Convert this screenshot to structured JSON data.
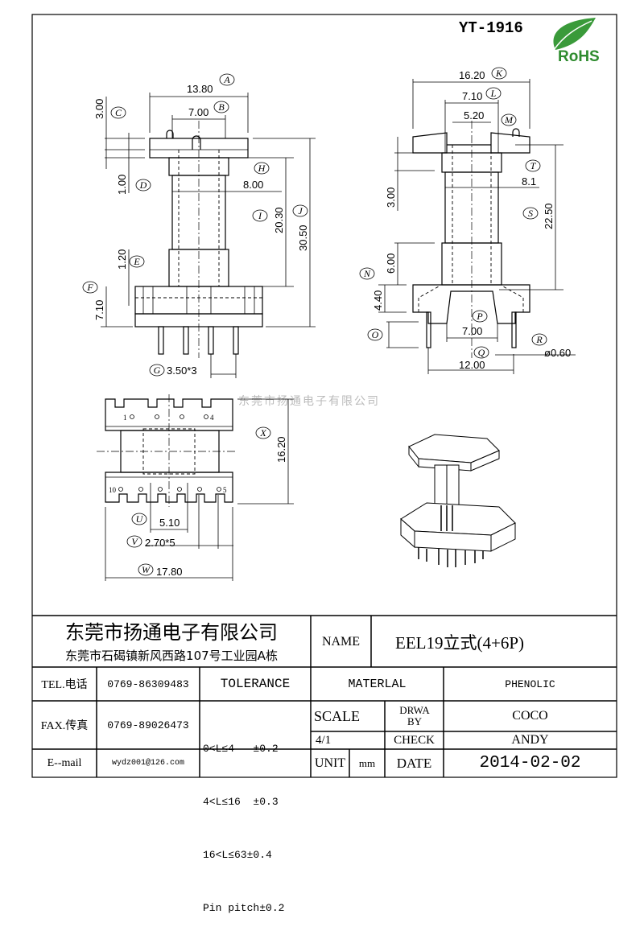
{
  "header": {
    "part_no": "YT-1916",
    "rohs_logo": "RoHS"
  },
  "watermark": "东莞市扬通电子有限公司",
  "front_view": {
    "A": "13.80",
    "B": "7.00",
    "C": "3.00",
    "D": "1.00",
    "E": "1.20",
    "F": "7.10",
    "G": "3.50*3",
    "H": "8.00",
    "I": "20.30",
    "J": "30.50"
  },
  "side_view": {
    "K": "16.20",
    "L": "7.10",
    "L2": "5.20",
    "M": "",
    "T": "8.1",
    "S": "22.50",
    "dim_3": "3.00",
    "dim_6": "6.00",
    "N": "4.40",
    "P": "7.00",
    "Q": "12.00",
    "R": "ø0.60"
  },
  "bottom_view": {
    "X": "16.20",
    "U": "5.10",
    "V": "2.70*5",
    "W": "17.80",
    "pin_top_left": "1",
    "pin_top_right": "4",
    "pin_bottom_left": "10",
    "pin_bottom_right": "5"
  },
  "tags": {
    "A": "A",
    "B": "B",
    "C": "C",
    "D": "D",
    "E": "E",
    "F": "F",
    "G": "G",
    "H": "H",
    "I": "I",
    "J": "J",
    "K": "K",
    "L": "L",
    "M": "M",
    "N": "N",
    "O": "O",
    "P": "P",
    "Q": "Q",
    "R": "R",
    "S": "S",
    "T": "T",
    "U": "U",
    "V": "V",
    "W": "W",
    "X": "X"
  },
  "title_block": {
    "company": "东莞市扬通电子有限公司",
    "address": "东莞市石碣镇新风西路107号工业园A栋",
    "name_label": "NAME",
    "name_value": "EEL19立式(4+6P)",
    "tel_label": "TEL.电话",
    "tel_value": "0769-86309483",
    "fax_label": "FAX.传真",
    "fax_value": "0769-89026473",
    "email_label": "E--mail",
    "email_value": "wydz001@126.com",
    "tolerance_label": "TOLERANCE",
    "tolerances": [
      "0<L≤4   ±0.2",
      "4<L≤16  ±0.3",
      "16<L≤63±0.4",
      "Pin pitch±0.2"
    ],
    "material_label": "MATERLAL",
    "material_value": "PHENOLIC",
    "scale_label": "SCALE",
    "scale_value": "4/1",
    "drawn_label": "DRWA BY",
    "drawn_value": "COCO",
    "check_label": "CHECK",
    "check_value": "ANDY",
    "unit_label": "UNIT",
    "unit_value": "mm",
    "date_label": "DATE",
    "date_value": "2014-02-02"
  }
}
